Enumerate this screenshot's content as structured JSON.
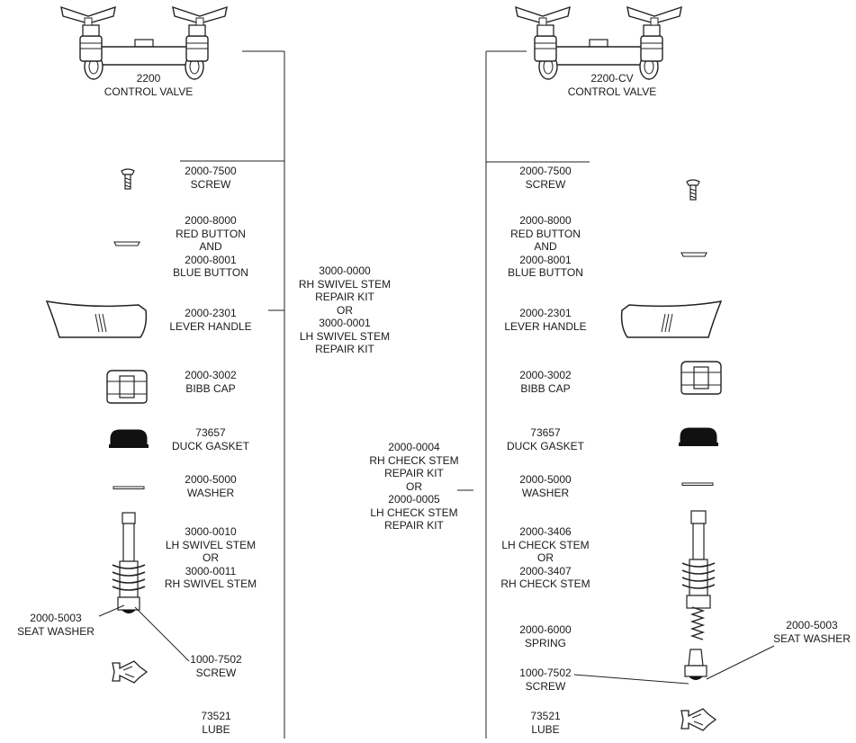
{
  "left_assembly": {
    "valve": [
      "2200",
      "CONTROL VALVE"
    ],
    "parts": [
      [
        "2000-7500",
        "SCREW"
      ],
      [
        "2000-8000",
        "RED BUTTON",
        "AND",
        "2000-8001",
        "BLUE BUTTON"
      ],
      [
        "2000-2301",
        "LEVER HANDLE"
      ],
      [
        "2000-3002",
        "BIBB CAP"
      ],
      [
        "73657",
        "DUCK GASKET"
      ],
      [
        "2000-5000",
        "WASHER"
      ],
      [
        "3000-0010",
        "LH SWIVEL STEM",
        "OR",
        "3000-0011",
        "RH SWIVEL STEM"
      ],
      [
        "1000-7502",
        "SCREW"
      ],
      [
        "73521",
        "LUBE"
      ]
    ],
    "seat_washer": [
      "2000-5003",
      "SEAT WASHER"
    ],
    "kit": [
      "3000-0000",
      "RH SWIVEL STEM",
      "REPAIR KIT",
      "OR",
      "3000-0001",
      "LH SWIVEL STEM",
      "REPAIR KIT"
    ]
  },
  "right_assembly": {
    "valve": [
      "2200-CV",
      "CONTROL VALVE"
    ],
    "parts": [
      [
        "2000-7500",
        "SCREW"
      ],
      [
        "2000-8000",
        "RED BUTTON",
        "AND",
        "2000-8001",
        "BLUE BUTTON"
      ],
      [
        "2000-2301",
        "LEVER HANDLE"
      ],
      [
        "2000-3002",
        "BIBB CAP"
      ],
      [
        "73657",
        "DUCK GASKET"
      ],
      [
        "2000-5000",
        "WASHER"
      ],
      [
        "2000-3406",
        "LH CHECK STEM",
        "OR",
        "2000-3407",
        "RH CHECK STEM"
      ],
      [
        "2000-6000",
        "SPRING"
      ],
      [
        "1000-7502",
        "SCREW"
      ],
      [
        "73521",
        "LUBE"
      ]
    ],
    "seat_washer": [
      "2000-5003",
      "SEAT WASHER"
    ],
    "kit": [
      "2000-0004",
      "RH CHECK STEM",
      "REPAIR KIT",
      "OR",
      "2000-0005",
      "LH CHECK STEM",
      "REPAIR KIT"
    ]
  }
}
